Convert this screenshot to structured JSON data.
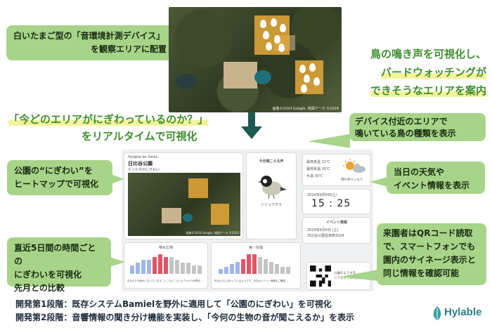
{
  "callouts": {
    "top_left_line1": "白いたまご型の「音環境計測デバイス」",
    "top_left_line2": "を観察エリアに配置",
    "heatmap_line1": "公園の“にぎわい”を",
    "heatmap_line2": "ヒートマップで可視化",
    "compare_line1": "直近5日間の時間ごとの",
    "compare_line2": "にぎわいを可視化",
    "compare_line3": "先月との比較",
    "device_line1": "デバイス付近のエリアで",
    "device_line2": "鳴いている鳥の種類を表示",
    "weather_line1": "当日の天気や",
    "weather_line2": "イベント情報を表示",
    "qr_line1": "来園者はQRコード読取",
    "qr_line2": "で、スマートフォンでも",
    "qr_line3": "園内のサイネージ表示と",
    "qr_line4": "同じ情報を確認可能"
  },
  "right_heading": {
    "line1": "鳥の鳴き声を可視化し、",
    "line2": "バードウォッチングが",
    "line3": "できそうなエリアを案内"
  },
  "middle_heading": {
    "line1": "「今どのエリアがにぎわっているのか？」",
    "line2": "をリアルタイムで可視化"
  },
  "aerial_credit": "画像©2024 Google, 地図データ ©2024",
  "dashboard": {
    "brand": "Hylable for Parks",
    "park_name": "日比谷公園",
    "tagline": "たった今のにぎわい",
    "map_credit": "画像©2024 Google, 地図データ ©2024",
    "sound_title": "今月聞こえる声",
    "bird_name": "シジュウカラ",
    "weather": {
      "max_label": "最高気温",
      "max_value": "32℃",
      "min_label": "最低気温",
      "min_value": "26℃",
      "water_label": "水温",
      "water_value": "30℃",
      "condition": "晴れ時々くもり"
    },
    "date": "2024年6月8日(土)",
    "time": "15 : 25",
    "event_title": "イベント情報",
    "event_date": "2024年6月8日 (土)",
    "event_name": "日比谷公園音楽祭2024",
    "chart1_title": "噴水広場",
    "chart2_title": "第一花壇",
    "chart1_note": "先月よりも静かになっています。ところどころジョウキカラが鳴き…",
    "chart2_note": "先月よりにぎわっているようです。今日はイベント情報をご確認…",
    "qr_text_line1": "公園のようすを",
    "qr_text_line2": "リアルタイムで見る！",
    "chart1_values": [
      3,
      4,
      5,
      5,
      6,
      7,
      6,
      6,
      5,
      4,
      4,
      3,
      3
    ],
    "chart2_values": [
      2,
      3,
      4,
      5,
      6,
      8,
      8,
      7,
      6,
      5,
      4,
      3,
      3
    ],
    "chart_colors": {
      "past": "#9fb6e6",
      "peak": "#e05566",
      "other": "#c4c4c4"
    }
  },
  "bottom": {
    "line1": "開発第1段階：既存システムBamielを野外に適用して「公園のにぎわい」を可視化",
    "line2": "開発第2段階：音響情報の聞き分け機能を実装し、「今何の生物の音が聞こえるか」を表示"
  },
  "logo": "Hylable",
  "colors": {
    "callout": "#a7d489",
    "heading_green": "#3e8e2e",
    "arrow": "#1f5a52"
  }
}
